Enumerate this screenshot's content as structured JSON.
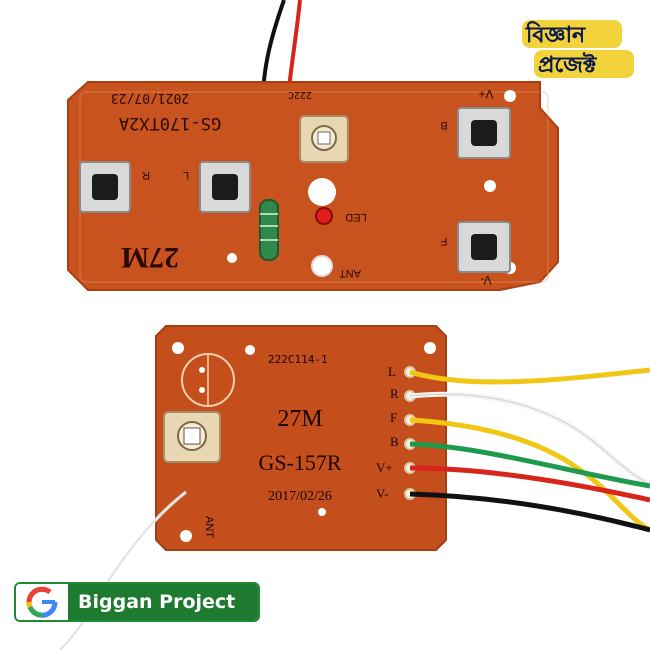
{
  "top_board": {
    "model": "GS-170TX2A",
    "date": "2021/07/23",
    "serial": "222C",
    "freq": "27M",
    "btn_r": "R",
    "btn_l": "L",
    "btn_b": "B",
    "btn_f": "F",
    "led": "LED",
    "ant": "ANT",
    "vplus": "V+",
    "vminus": "V-"
  },
  "bottom_board": {
    "serial": "222C114-1",
    "freq": "27M",
    "model": "GS-157R",
    "date": "2017/02/26",
    "ant": "ANT",
    "pin_l": "L",
    "pin_r": "R",
    "pin_f": "F",
    "pin_b": "B",
    "pin_vplus": "V+",
    "pin_vminus": "V-"
  },
  "branding": {
    "badge_text": "Biggan Project",
    "logo_line1": "বিজ্ঞান",
    "logo_line2": "প্রজেক্ট"
  },
  "colors": {
    "pcb": "#c8531e",
    "pcb_dark": "#a8400f",
    "wire_yellow": "#f2c615",
    "wire_white": "#f4f4f4",
    "wire_green": "#1f9a4c",
    "wire_red": "#d8241c",
    "wire_black": "#111111"
  }
}
